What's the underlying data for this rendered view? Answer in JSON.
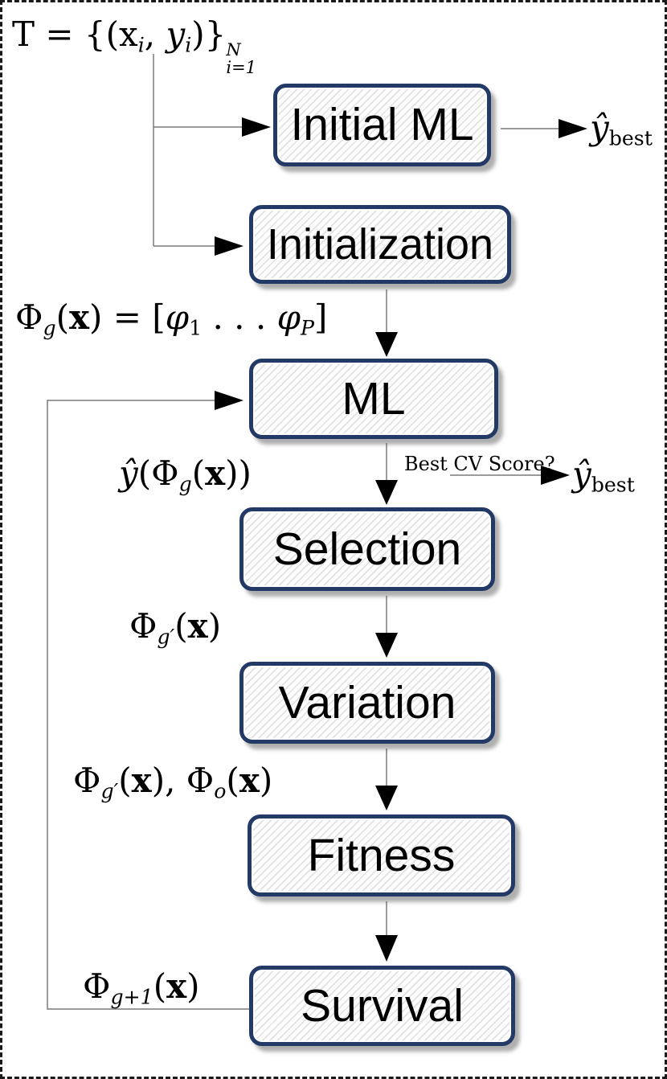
{
  "colors": {
    "background": "#ffffff",
    "outer_border": "#1a1a1a",
    "node_border": "#243a66",
    "node_fill": "#fdfdfd",
    "node_hatch": "#e2e2e2",
    "connector_line": "#7a7a7a",
    "arrowhead": "#000000",
    "text": "#000000"
  },
  "nodes": [
    {
      "id": "initial-ml",
      "label": "Initial ML"
    },
    {
      "id": "initialization",
      "label": "Initialization"
    },
    {
      "id": "ml",
      "label": "ML"
    },
    {
      "id": "selection",
      "label": "Selection"
    },
    {
      "id": "variation",
      "label": "Variation"
    },
    {
      "id": "fitness",
      "label": "Fitness"
    },
    {
      "id": "survival",
      "label": "Survival"
    }
  ],
  "annotations": {
    "best_cv": "Best CV Score?",
    "dataset": [
      {
        "k": "rm",
        "t": "T = {("
      },
      {
        "k": "rm",
        "t": "x"
      },
      {
        "k": "sub",
        "t": "i"
      },
      {
        "k": "rm",
        "t": ", "
      },
      {
        "k": "it",
        "t": "y"
      },
      {
        "k": "sub",
        "t": "i"
      },
      {
        "k": "rm",
        "t": ")}"
      },
      {
        "k": "stack",
        "top": "N",
        "bot": "i=1"
      }
    ],
    "phi_g_def": [
      {
        "k": "rm",
        "t": "Φ"
      },
      {
        "k": "sub",
        "t": "g"
      },
      {
        "k": "rm",
        "t": "("
      },
      {
        "k": "bf",
        "t": "x"
      },
      {
        "k": "rm",
        "t": ") = ["
      },
      {
        "k": "it",
        "t": "φ"
      },
      {
        "k": "subrm",
        "t": "1"
      },
      {
        "k": "rm",
        "t": " . . . "
      },
      {
        "k": "it",
        "t": "φ"
      },
      {
        "k": "sub",
        "t": "P"
      },
      {
        "k": "rm",
        "t": "]"
      }
    ],
    "yhat_phi": [
      {
        "k": "it",
        "t": "ŷ"
      },
      {
        "k": "rm",
        "t": "(Φ"
      },
      {
        "k": "sub",
        "t": "g"
      },
      {
        "k": "rm",
        "t": "("
      },
      {
        "k": "bf",
        "t": "x"
      },
      {
        "k": "rm",
        "t": "))"
      }
    ],
    "yhat_best": [
      {
        "k": "it",
        "t": "ŷ"
      },
      {
        "k": "subrm",
        "t": "best"
      }
    ],
    "phi_gprime": [
      {
        "k": "rm",
        "t": "Φ"
      },
      {
        "k": "sub",
        "t": "g′"
      },
      {
        "k": "rm",
        "t": "("
      },
      {
        "k": "bf",
        "t": "x"
      },
      {
        "k": "rm",
        "t": ")"
      }
    ],
    "phi_gprime_o": [
      {
        "k": "rm",
        "t": "Φ"
      },
      {
        "k": "sub",
        "t": "g′"
      },
      {
        "k": "rm",
        "t": "("
      },
      {
        "k": "bf",
        "t": "x"
      },
      {
        "k": "rm",
        "t": "), Φ"
      },
      {
        "k": "sub",
        "t": "o"
      },
      {
        "k": "rm",
        "t": "("
      },
      {
        "k": "bf",
        "t": "x"
      },
      {
        "k": "rm",
        "t": ")"
      }
    ],
    "phi_gplus1": [
      {
        "k": "rm",
        "t": "Φ"
      },
      {
        "k": "sub",
        "t": "g+1"
      },
      {
        "k": "rm",
        "t": "("
      },
      {
        "k": "bf",
        "t": "x"
      },
      {
        "k": "rm",
        "t": ")"
      }
    ]
  }
}
